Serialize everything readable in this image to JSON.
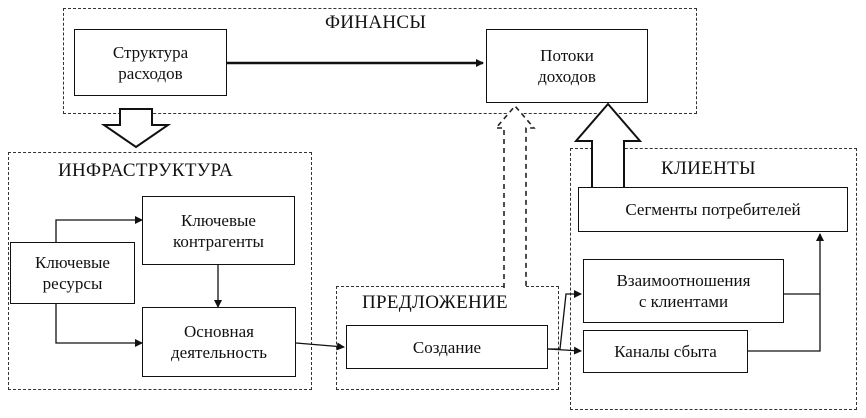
{
  "regions": {
    "finance": "ФИНАНСЫ",
    "infrastructure": "ИНФРАСТРУКТУРА",
    "offer": "ПРЕДЛОЖЕНИЕ",
    "clients": "КЛИЕНТЫ"
  },
  "boxes": {
    "cost_structure": [
      "Структура",
      "расходов"
    ],
    "revenue_streams": [
      "Потоки",
      "доходов"
    ],
    "key_partners": [
      "Ключевые",
      "контрагенты"
    ],
    "key_resources": [
      "Ключевые",
      "ресурсы"
    ],
    "key_activities": [
      "Основная",
      "деятельность"
    ],
    "value_creation": "Создание",
    "customer_segments": "Сегменты потребителей",
    "customer_relationships": [
      "Взаимоотношения",
      "с клиентами"
    ],
    "channels": "Каналы сбыта"
  }
}
